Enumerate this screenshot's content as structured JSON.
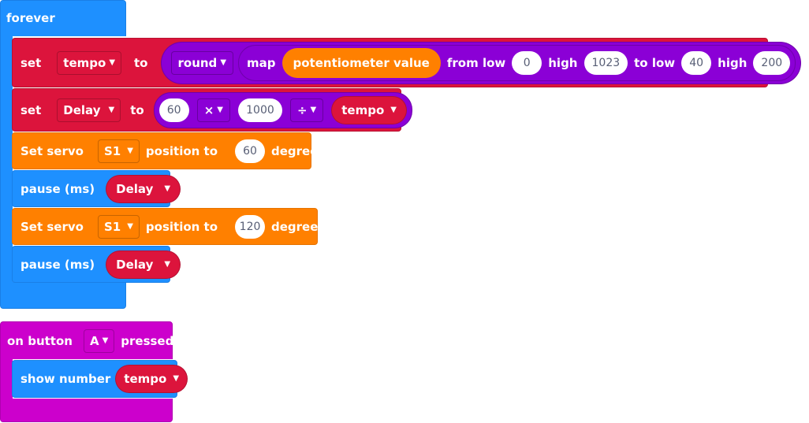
{
  "forever": {
    "label": "forever",
    "color": "#1e90ff"
  },
  "set_tempo": {
    "set_label": "set",
    "var": "tempo",
    "to_label": "to",
    "round_label": "round",
    "map_label": "map",
    "sensor_label": "potentiometer value",
    "from_low_label": "from low",
    "from_low_value": "0",
    "high_label": "high",
    "from_high_value": "1023",
    "to_low_label": "to low",
    "to_low_value": "40",
    "high2_label": "high",
    "to_high_value": "200",
    "color": "#dc143c"
  },
  "set_delay": {
    "set_label": "set",
    "var": "Delay",
    "to_label": "to",
    "num1": "60",
    "op1": "×",
    "num2": "1000",
    "op2": "÷",
    "var2": "tempo"
  },
  "servo1": {
    "label": "Set servo",
    "port": "S1",
    "pos_label": "position to",
    "value": "60",
    "deg_label": "degrees",
    "color": "#ff8000"
  },
  "pause1": {
    "label": "pause (ms)",
    "var": "Delay"
  },
  "servo2": {
    "label": "Set servo",
    "port": "S1",
    "pos_label": "position to",
    "value": "120",
    "deg_label": "degrees"
  },
  "pause2": {
    "label": "pause (ms)",
    "var": "Delay"
  },
  "on_button": {
    "label": "on button",
    "button": "A",
    "pressed_label": "pressed",
    "color": "#cc00cc"
  },
  "show_number": {
    "label": "show number",
    "var": "tempo"
  },
  "icons": {
    "dropdown": "▼"
  }
}
